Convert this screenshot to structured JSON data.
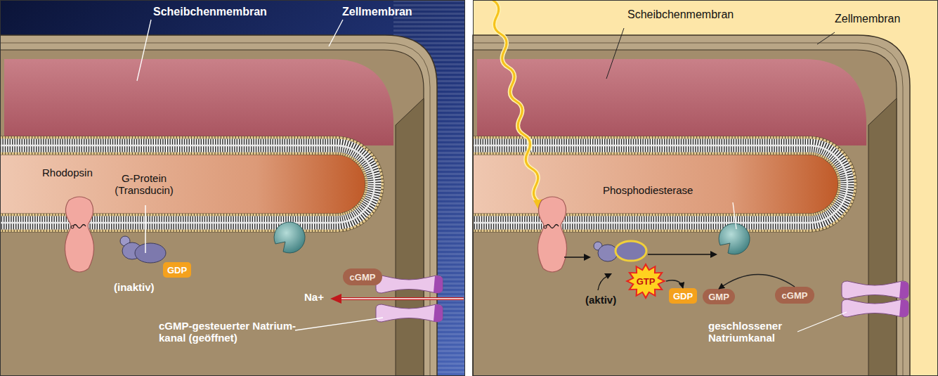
{
  "diagram": {
    "nodes": [
      {
        "text": [
          "GDP"
        ]
      },
      {
        "text": [
          "cGMP"
        ]
      },
      {
        "text": [
          "GTP"
        ]
      },
      {
        "text": [
          "GDP"
        ]
      },
      {
        "text": [
          "GMP"
        ]
      },
      {
        "text": [
          "cGMP"
        ]
      }
    ],
    "edges": [
      {
        "from": 2,
        "to": 3,
        "arrow": "to"
      },
      {
        "from": 5,
        "to": 4,
        "arrow": "to"
      }
    ],
    "labels": [
      "Scheibchenmembran",
      "Zellmembran",
      "Rhodopsin",
      "G-Protein (Transducin)",
      "(inaktiv)",
      "Na+",
      "cGMP-gesteuerter Natrium- kanal (geöffnet)",
      "Scheibchenmembran",
      "Zellmembran",
      "Phosphodiesterase",
      "(aktiv)",
      "geschlossener Natriumkanal"
    ]
  }
}
